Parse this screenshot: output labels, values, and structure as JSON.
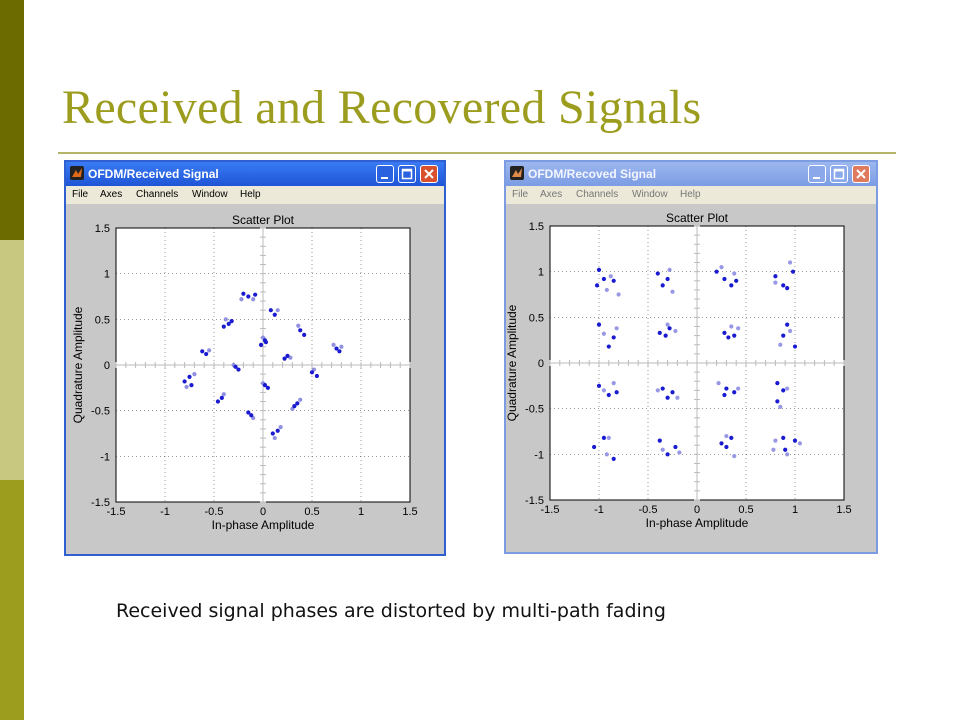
{
  "slide": {
    "title": "Received and Recovered Signals",
    "caption": "Received signal phases are distorted by multi-path fading",
    "colors": {
      "title": "#9c9c1e",
      "bar_dark": "#6b6b00",
      "bar_light": "#c8c880",
      "bar_mid": "#9c9c1e"
    }
  },
  "windows": [
    {
      "title": "OFDM/Received Signal",
      "menu": [
        "File",
        "Axes",
        "Channels",
        "Window",
        "Help"
      ],
      "buttons": [
        "minimize",
        "maximize",
        "close"
      ],
      "icons": [
        "matlab-icon",
        "minimize-icon",
        "maximize-icon",
        "close-icon"
      ]
    },
    {
      "title": "OFDM/Recoved Signal",
      "menu": [
        "File",
        "Axes",
        "Channels",
        "Window",
        "Help"
      ],
      "buttons": [
        "minimize",
        "maximize",
        "close"
      ],
      "icons": [
        "matlab-icon",
        "minimize-icon",
        "maximize-icon",
        "close-icon"
      ]
    }
  ],
  "chart_data": [
    {
      "type": "scatter",
      "title": "Scatter Plot",
      "xlabel": "In-phase Amplitude",
      "ylabel": "Quadrature Amplitude",
      "xlim": [
        -1.5,
        1.5
      ],
      "ylim": [
        -1.5,
        1.5
      ],
      "xticks": [
        "-1.5",
        "-1",
        "-0.5",
        "0",
        "0.5",
        "1",
        "1.5"
      ],
      "yticks": [
        "1.5",
        "1",
        "0.5",
        "0",
        "-0.5",
        "-1",
        "-1.5"
      ],
      "grid": true,
      "series": [
        {
          "color": "#1a1ad0",
          "points": [
            [
              -0.2,
              0.78
            ],
            [
              -0.15,
              0.75
            ],
            [
              -0.08,
              0.77
            ],
            [
              -0.35,
              0.45
            ],
            [
              -0.32,
              0.48
            ],
            [
              -0.4,
              0.42
            ],
            [
              0.08,
              0.6
            ],
            [
              0.12,
              0.55
            ],
            [
              0.02,
              0.27
            ],
            [
              -0.02,
              0.22
            ],
            [
              0.03,
              0.25
            ],
            [
              0.38,
              0.38
            ],
            [
              0.42,
              0.33
            ],
            [
              0.22,
              0.07
            ],
            [
              0.25,
              0.1
            ],
            [
              -0.58,
              0.12
            ],
            [
              -0.62,
              0.15
            ],
            [
              -0.25,
              -0.05
            ],
            [
              -0.28,
              -0.02
            ],
            [
              0.5,
              -0.08
            ],
            [
              0.55,
              -0.12
            ],
            [
              0.75,
              0.18
            ],
            [
              0.78,
              0.15
            ],
            [
              -0.75,
              -0.13
            ],
            [
              -0.8,
              -0.18
            ],
            [
              -0.73,
              -0.22
            ],
            [
              -0.42,
              -0.36
            ],
            [
              -0.46,
              -0.4
            ],
            [
              0.02,
              -0.22
            ],
            [
              0.05,
              -0.25
            ],
            [
              0.35,
              -0.42
            ],
            [
              0.32,
              -0.45
            ],
            [
              -0.12,
              -0.55
            ],
            [
              -0.15,
              -0.52
            ],
            [
              0.15,
              -0.72
            ],
            [
              0.1,
              -0.75
            ]
          ]
        },
        {
          "color": "#9090e0",
          "points": [
            [
              -0.22,
              0.72
            ],
            [
              -0.1,
              0.72
            ],
            [
              -0.38,
              0.5
            ],
            [
              0.15,
              0.6
            ],
            [
              0.0,
              0.3
            ],
            [
              0.36,
              0.43
            ],
            [
              0.28,
              0.08
            ],
            [
              -0.55,
              0.16
            ],
            [
              -0.3,
              0.0
            ],
            [
              0.52,
              -0.05
            ],
            [
              0.72,
              0.22
            ],
            [
              0.8,
              0.2
            ],
            [
              -0.7,
              -0.1
            ],
            [
              -0.78,
              -0.24
            ],
            [
              -0.4,
              -0.32
            ],
            [
              0.0,
              -0.2
            ],
            [
              0.38,
              -0.38
            ],
            [
              0.3,
              -0.48
            ],
            [
              -0.1,
              -0.58
            ],
            [
              0.18,
              -0.68
            ],
            [
              0.12,
              -0.8
            ]
          ]
        }
      ]
    },
    {
      "type": "scatter",
      "title": "Scatter Plot",
      "xlabel": "In-phase Amplitude",
      "ylabel": "Quadrature Amplitude",
      "xlim": [
        -1.5,
        1.5
      ],
      "ylim": [
        -1.5,
        1.5
      ],
      "xticks": [
        "-1.5",
        "-1",
        "-0.5",
        "0",
        "0.5",
        "1",
        "1.5"
      ],
      "yticks": [
        "1.5",
        "1",
        "0.5",
        "0",
        "-0.5",
        "-1",
        "-1.5"
      ],
      "grid": true,
      "series": [
        {
          "color": "#1a1ad0",
          "points": [
            [
              -1.0,
              1.02
            ],
            [
              -0.95,
              0.92
            ],
            [
              -1.02,
              0.85
            ],
            [
              -0.85,
              0.9
            ],
            [
              -0.4,
              0.98
            ],
            [
              -0.35,
              0.85
            ],
            [
              -0.3,
              0.92
            ],
            [
              0.2,
              1.0
            ],
            [
              0.28,
              0.92
            ],
            [
              0.35,
              0.85
            ],
            [
              0.4,
              0.9
            ],
            [
              0.8,
              0.95
            ],
            [
              0.88,
              0.85
            ],
            [
              0.92,
              0.82
            ],
            [
              0.98,
              1.0
            ],
            [
              -1.0,
              0.42
            ],
            [
              -0.85,
              0.28
            ],
            [
              -0.9,
              0.18
            ],
            [
              -0.38,
              0.33
            ],
            [
              -0.28,
              0.38
            ],
            [
              -0.32,
              0.3
            ],
            [
              0.28,
              0.33
            ],
            [
              0.32,
              0.28
            ],
            [
              0.38,
              0.3
            ],
            [
              0.92,
              0.42
            ],
            [
              1.0,
              0.18
            ],
            [
              0.88,
              0.3
            ],
            [
              -1.0,
              -0.25
            ],
            [
              -0.9,
              -0.35
            ],
            [
              -0.82,
              -0.32
            ],
            [
              -0.35,
              -0.28
            ],
            [
              -0.3,
              -0.38
            ],
            [
              -0.25,
              -0.32
            ],
            [
              0.3,
              -0.28
            ],
            [
              0.38,
              -0.32
            ],
            [
              0.28,
              -0.35
            ],
            [
              0.82,
              -0.22
            ],
            [
              0.88,
              -0.3
            ],
            [
              0.82,
              -0.42
            ],
            [
              -1.05,
              -0.92
            ],
            [
              -0.95,
              -0.82
            ],
            [
              -0.85,
              -1.05
            ],
            [
              -0.38,
              -0.85
            ],
            [
              -0.3,
              -1.0
            ],
            [
              -0.22,
              -0.92
            ],
            [
              0.25,
              -0.88
            ],
            [
              0.35,
              -0.82
            ],
            [
              0.3,
              -0.92
            ],
            [
              0.9,
              -0.95
            ],
            [
              0.88,
              -0.82
            ],
            [
              1.0,
              -0.85
            ]
          ]
        },
        {
          "color": "#9898e4",
          "points": [
            [
              -0.88,
              0.95
            ],
            [
              -0.92,
              0.8
            ],
            [
              -0.8,
              0.75
            ],
            [
              -0.28,
              1.02
            ],
            [
              -0.25,
              0.78
            ],
            [
              0.25,
              1.05
            ],
            [
              0.38,
              0.98
            ],
            [
              0.8,
              0.88
            ],
            [
              0.95,
              1.1
            ],
            [
              -0.95,
              0.32
            ],
            [
              -0.82,
              0.38
            ],
            [
              -0.3,
              0.42
            ],
            [
              -0.22,
              0.35
            ],
            [
              0.35,
              0.4
            ],
            [
              0.42,
              0.38
            ],
            [
              0.85,
              0.2
            ],
            [
              0.95,
              0.35
            ],
            [
              -0.95,
              -0.3
            ],
            [
              -0.85,
              -0.22
            ],
            [
              -0.4,
              -0.3
            ],
            [
              -0.2,
              -0.38
            ],
            [
              0.22,
              -0.22
            ],
            [
              0.42,
              -0.28
            ],
            [
              0.92,
              -0.28
            ],
            [
              0.85,
              -0.48
            ],
            [
              -0.92,
              -1.0
            ],
            [
              -0.9,
              -0.82
            ],
            [
              -0.35,
              -0.95
            ],
            [
              -0.18,
              -0.98
            ],
            [
              0.3,
              -0.8
            ],
            [
              0.38,
              -1.02
            ],
            [
              0.8,
              -0.85
            ],
            [
              0.78,
              -0.95
            ],
            [
              1.05,
              -0.88
            ],
            [
              0.92,
              -1.0
            ]
          ]
        }
      ]
    }
  ]
}
